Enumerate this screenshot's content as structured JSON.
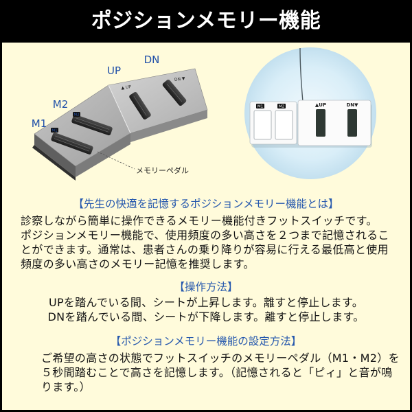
{
  "header": {
    "title": "ポジションメモリー機能"
  },
  "illustration": {
    "labels": {
      "up": "UP",
      "dn": "DN",
      "m2": "M2",
      "m1": "M1",
      "memory_pedal": "メモリーペダル"
    },
    "device_marks": {
      "up": "▲ UP",
      "dn": "DN ▼",
      "m1": "M1",
      "m2": "M2"
    }
  },
  "photo": {
    "device_marks": {
      "up": "▲UP",
      "dn": "DN▼",
      "m1": "M1",
      "m2": "M2"
    }
  },
  "sections": [
    {
      "heading": "【先生の快適を記憶するポジションメモリー機能とは】",
      "lines": [
        "診察しながら簡単に操作できるメモリー機能付きフットスイッチです。",
        "ポジションメモリー機能で、使用頻度の多い高さを２つまで記憶されるこ",
        "とができます。通常は、患者さんの乗り降りが容易に行える最低高と使用",
        "頻度の多い高さのメモリー記憶を推奨します。"
      ]
    },
    {
      "heading": "【操作方法】",
      "lines": [
        "UPを踏んでいる間、シートが上昇します。離すと停止します。",
        "DNを踏んでいる間、シートが下降します。離すと停止します。"
      ]
    },
    {
      "heading": "【ポジションメモリー機能の設定方法】",
      "lines": [
        "ご希望の高さの状態でフットスイッチのメモリーペダル（M1・M2）を",
        "５秒間踏むことで高さを記憶します。（記憶されると「ピィ」と音が鳴",
        "ります。）"
      ]
    }
  ],
  "colors": {
    "background": "#fffbdb",
    "title_bar": "#000000",
    "title_text": "#ffffff",
    "heading_text": "#2457ad",
    "body_text": "#141414",
    "figure_label": "#1f4fa8",
    "photo_backdrop": "#d2eaf6"
  }
}
